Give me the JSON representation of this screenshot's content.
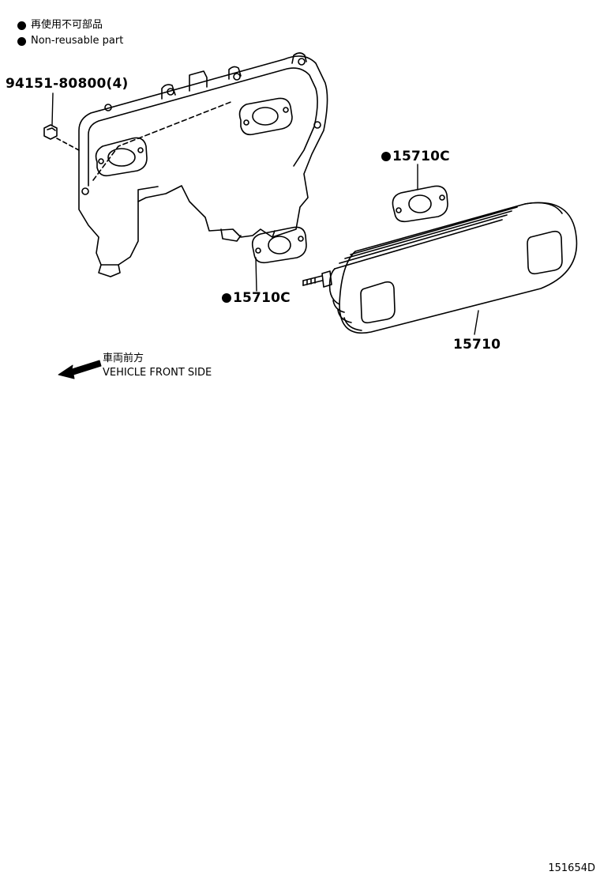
{
  "legend": {
    "items": [
      {
        "text": "再使用不可部品",
        "icon": "filled-circle-icon"
      },
      {
        "text": "Non-reusable part",
        "icon": "filled-circle-icon"
      }
    ]
  },
  "callouts": {
    "bolt": "94151-80800(4)",
    "gasket_upper": "15710C",
    "gasket_lower": "15710C",
    "cooler": "15710"
  },
  "direction": {
    "jp": "車両前方",
    "en": "VEHICLE FRONT SIDE",
    "icon": "arrow-left-icon"
  },
  "illustration_code": "151654D"
}
